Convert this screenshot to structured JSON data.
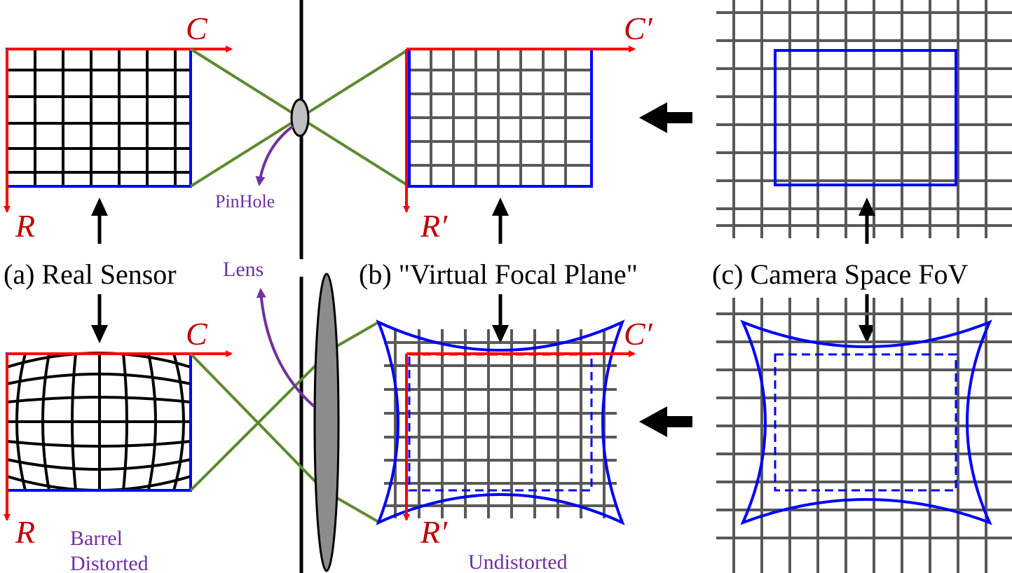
{
  "captions": {
    "a": "(a) Real Sensor",
    "b": "(b) \"Virtual Focal Plane\"",
    "c": "(c) Camera Space FoV"
  },
  "axes": {
    "top_left_col": "C",
    "top_left_row": "R",
    "top_mid_col": "C′",
    "top_mid_row": "R′",
    "bottom_left_col": "C",
    "bottom_left_row": "R",
    "bottom_mid_col": "C′",
    "bottom_mid_row": "R′"
  },
  "annotations": {
    "pinhole": "PinHole",
    "lens": "Lens",
    "barrel_line1": "Barrel",
    "barrel_line2": "Distorted",
    "undistorted": "Undistorted"
  },
  "colors": {
    "axis_red": "#ff0000",
    "axis_label": "#c00000",
    "frame_blue": "#0000ff",
    "grid_dark": "#000000",
    "grid_gray": "#595959",
    "ray_green": "#5e8a2e",
    "annotation_purple": "#7030a0",
    "lens_fill": "#8c8c8c"
  }
}
